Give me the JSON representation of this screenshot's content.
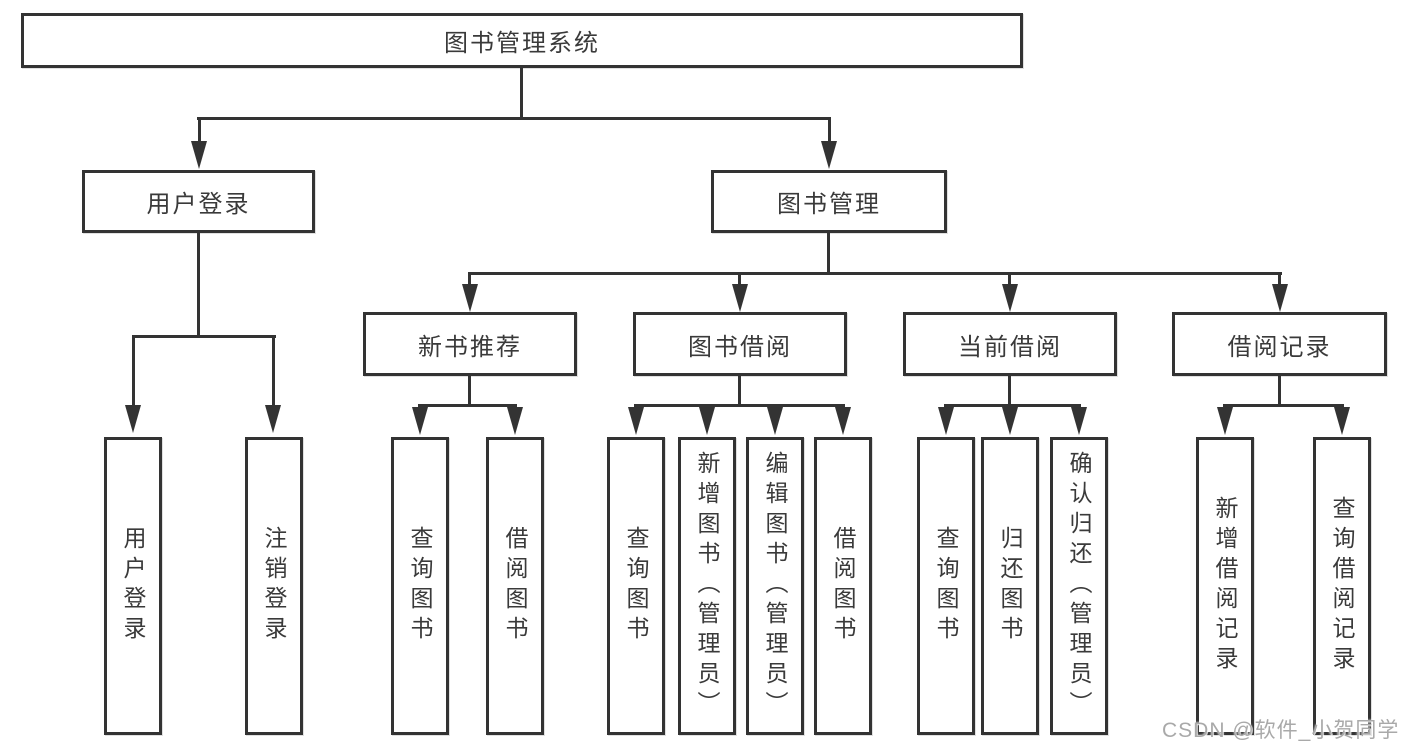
{
  "tree": {
    "root": "图书管理系统",
    "level2": [
      "用户登录",
      "图书管理"
    ],
    "level3": [
      "新书推荐",
      "图书借阅",
      "当前借阅",
      "借阅记录"
    ],
    "leaves": {
      "login": [
        "用户登录",
        "注销登录"
      ],
      "recommend": [
        "查询图书",
        "借阅图书"
      ],
      "borrow": [
        "查询图书",
        "新增图书（管理员）",
        "编辑图书（管理员）",
        "借阅图书"
      ],
      "current": [
        "查询图书",
        "归还图书",
        "确认归还（管理员）"
      ],
      "records": [
        "新增借阅记录",
        "查询借阅记录"
      ]
    }
  },
  "watermark": "CSDN @软件_小贺同学",
  "colors": {
    "line": "#333333",
    "box_border": "#333333",
    "box_background": "#ffffff",
    "text": "#3a3a3a",
    "watermark": "#a9a9a9"
  }
}
